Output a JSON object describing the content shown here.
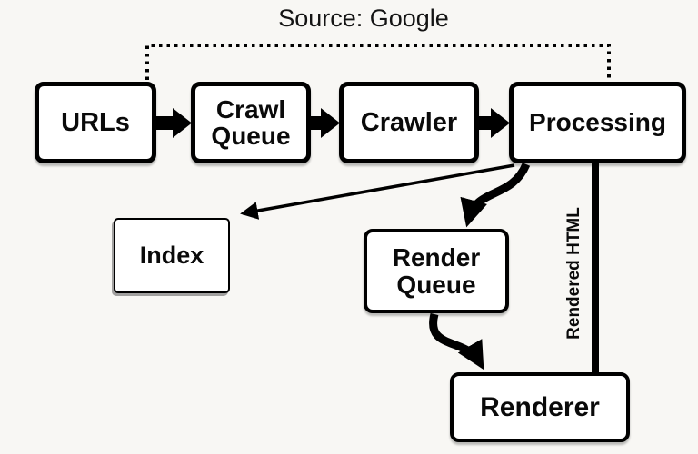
{
  "title": "Source: Google",
  "colors": {
    "background": "#f8f7f4",
    "box_fill": "#ffffff",
    "stroke": "#000000"
  },
  "nodes": {
    "urls": {
      "label": "URLs"
    },
    "crawl_queue": {
      "label": "Crawl Queue"
    },
    "crawler": {
      "label": "Crawler"
    },
    "processing": {
      "label": "Processing"
    },
    "index": {
      "label": "Index"
    },
    "render_queue": {
      "label": "Render Queue"
    },
    "renderer": {
      "label": "Renderer"
    }
  },
  "edges": {
    "rendered_html_label": "Rendered HTML"
  }
}
